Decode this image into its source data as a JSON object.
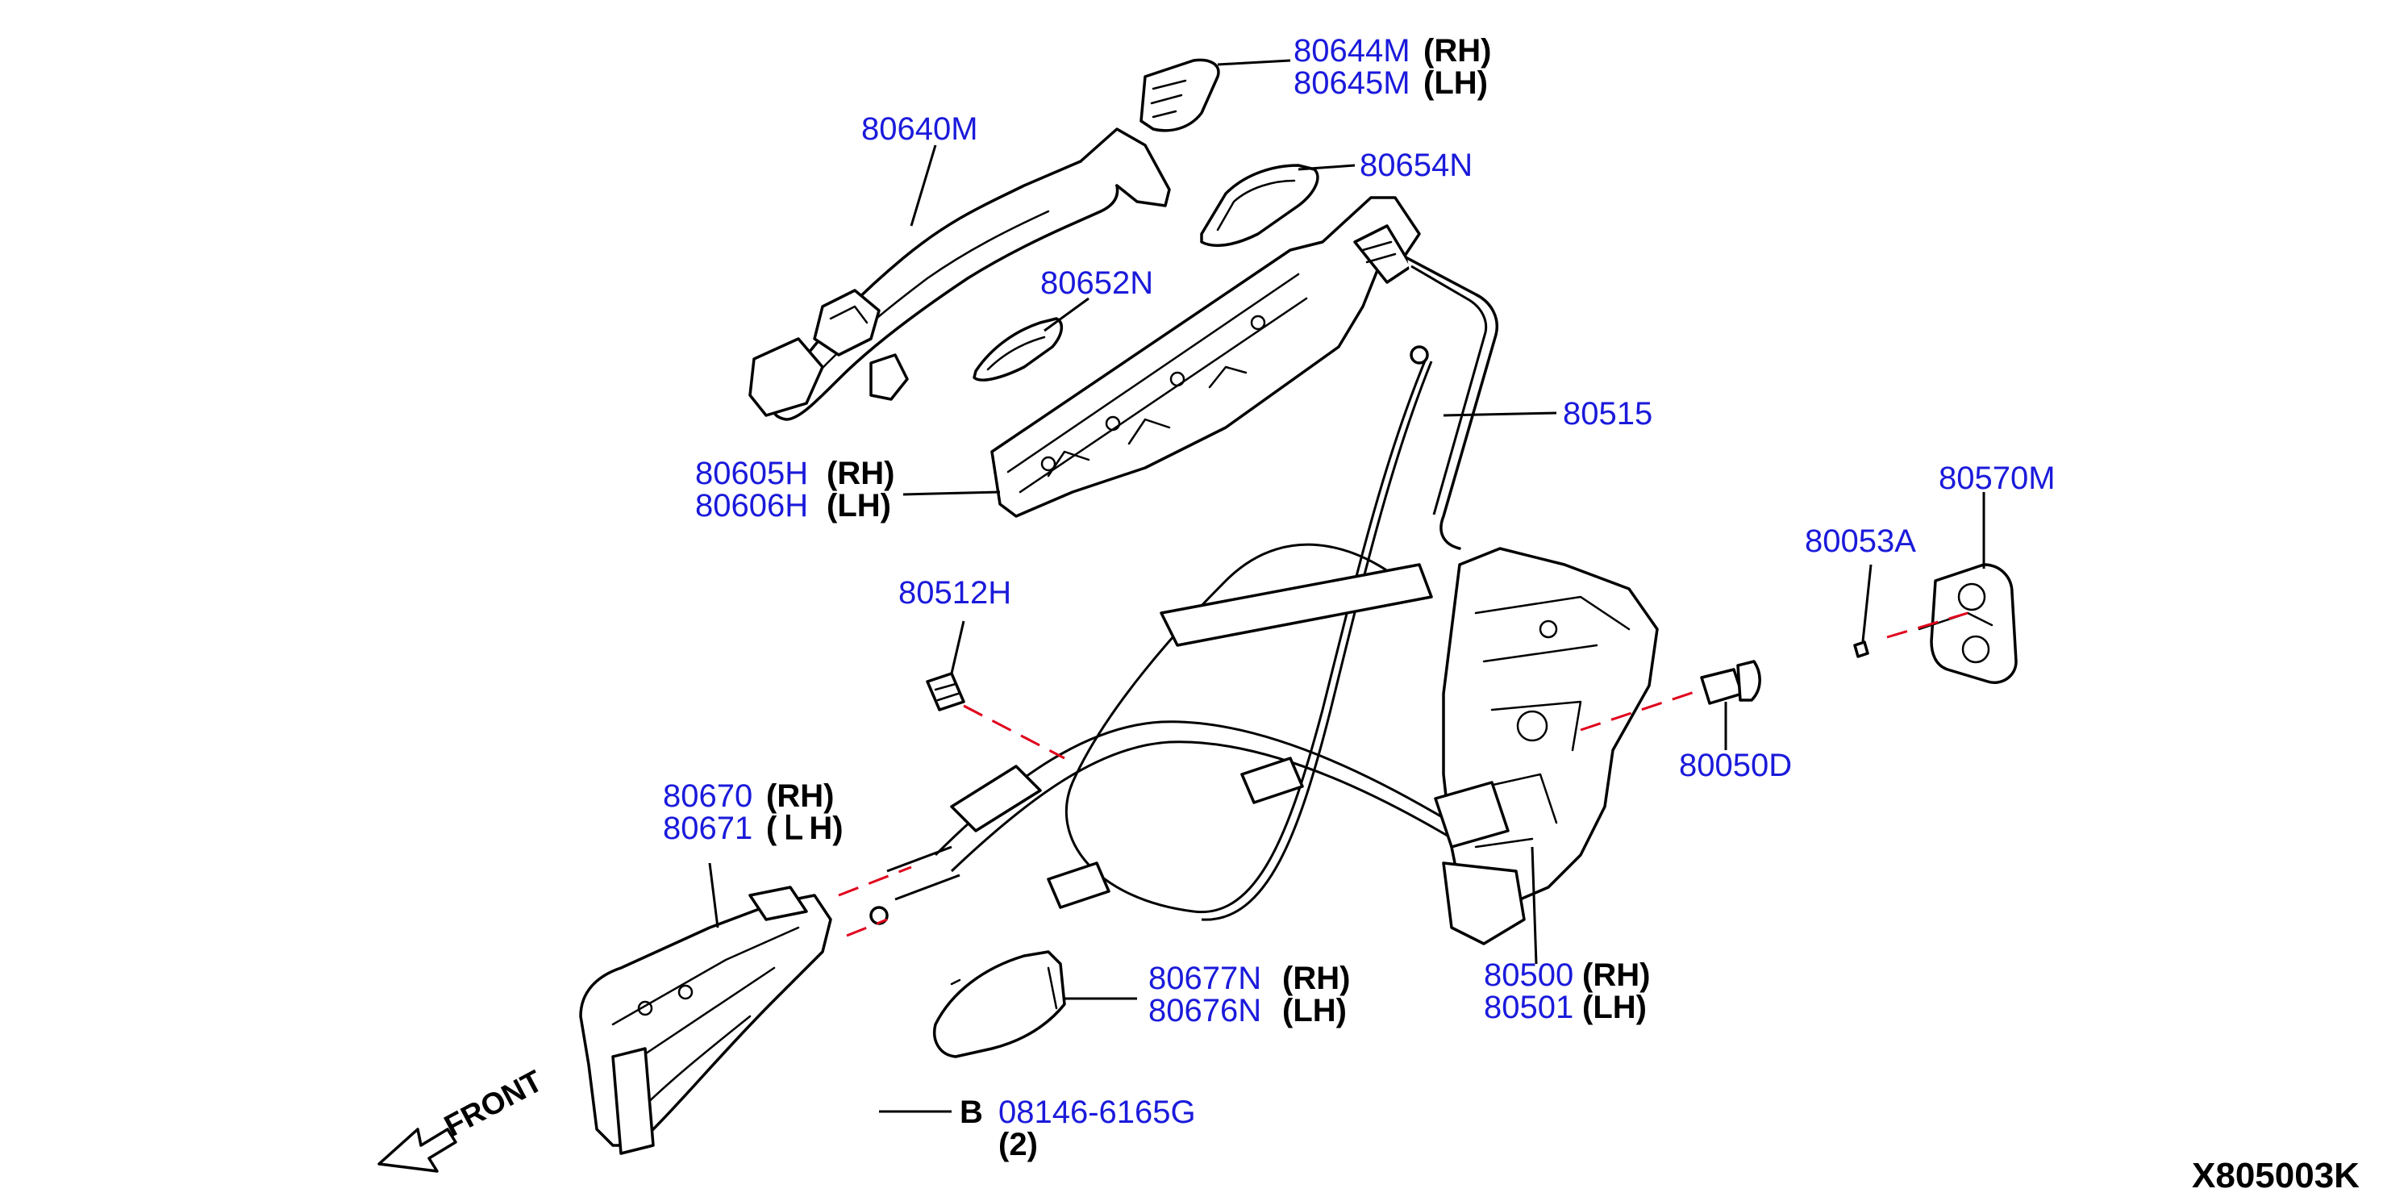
{
  "callouts": {
    "p80644m": "80644M",
    "p80644m_side": "(RH)",
    "p80645m": "80645M",
    "p80645m_side": "(LH)",
    "p80640m": "80640M",
    "p80654n": "80654N",
    "p80652n": "80652N",
    "p80515": "80515",
    "p80605h": "80605H",
    "p80605h_side": "(RH)",
    "p80606h": "80606H",
    "p80606h_side": "(LH)",
    "p80570m": "80570M",
    "p80053a": "80053A",
    "p80512h": "80512H",
    "p80050d": "80050D",
    "p80670": "80670",
    "p80670_side": "(RH)",
    "p80671": "80671",
    "p80671_side": "(ＬH)",
    "p80677n": "80677N",
    "p80677n_side": "(RH)",
    "p80676n": "80676N",
    "p80676n_side": "(LH)",
    "p80500": "80500",
    "p80500_side": "(RH)",
    "p80501": "80501",
    "p80501_side": "(LH)",
    "bolt_letter": "B",
    "bolt_part": "08146-6165G",
    "bolt_qty": "(2)"
  },
  "front_label": "FRONT",
  "diagram_code": "X805003K",
  "colors": {
    "part_number": "#1a1adb",
    "guide_dash": "#e0001b",
    "ink": "#000000"
  }
}
